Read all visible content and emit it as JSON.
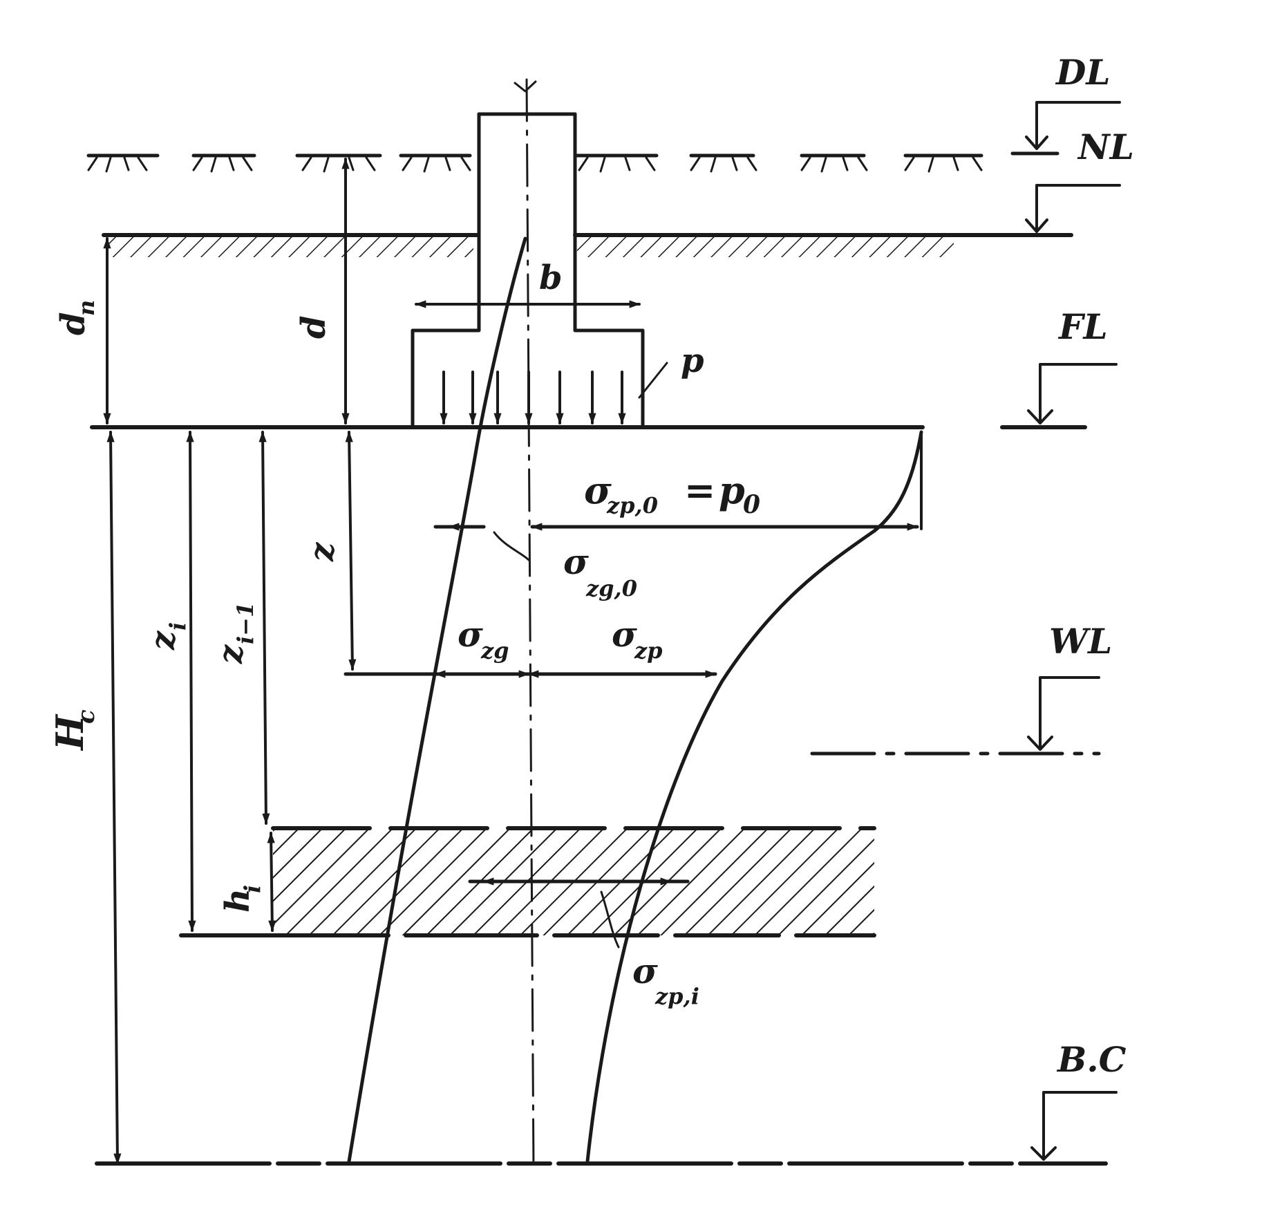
{
  "levels": {
    "dl": "DL",
    "nl": "NL",
    "fl": "FL",
    "wl": "WL",
    "bc": "B.C"
  },
  "dimensions": {
    "d_n": {
      "main": "d",
      "sub": "n"
    },
    "d": "d",
    "b": "b",
    "z": "z",
    "z_i": {
      "main": "z",
      "sub": "i"
    },
    "z_i_minus_1": {
      "main": "z",
      "sub": "i−1"
    },
    "h_i": {
      "main": "h",
      "sub": "i"
    },
    "h_c": {
      "main": "H",
      "sub": "c"
    }
  },
  "loads": {
    "p": "p",
    "sigma_zp0": {
      "sigma": "σ",
      "sub": "zp,0",
      "eq": "=",
      "p": "p",
      "psub": "0"
    },
    "sigma_zg0": {
      "sigma": "σ",
      "sub": "zg,0"
    },
    "sigma_zg": {
      "sigma": "σ",
      "sub": "zg"
    },
    "sigma_zp": {
      "sigma": "σ",
      "sub": "zp"
    },
    "sigma_zpi": {
      "sigma": "σ",
      "sub": "zp,i"
    }
  },
  "colors": {
    "ink": "#1a1a1a",
    "paper": "#ffffff"
  }
}
